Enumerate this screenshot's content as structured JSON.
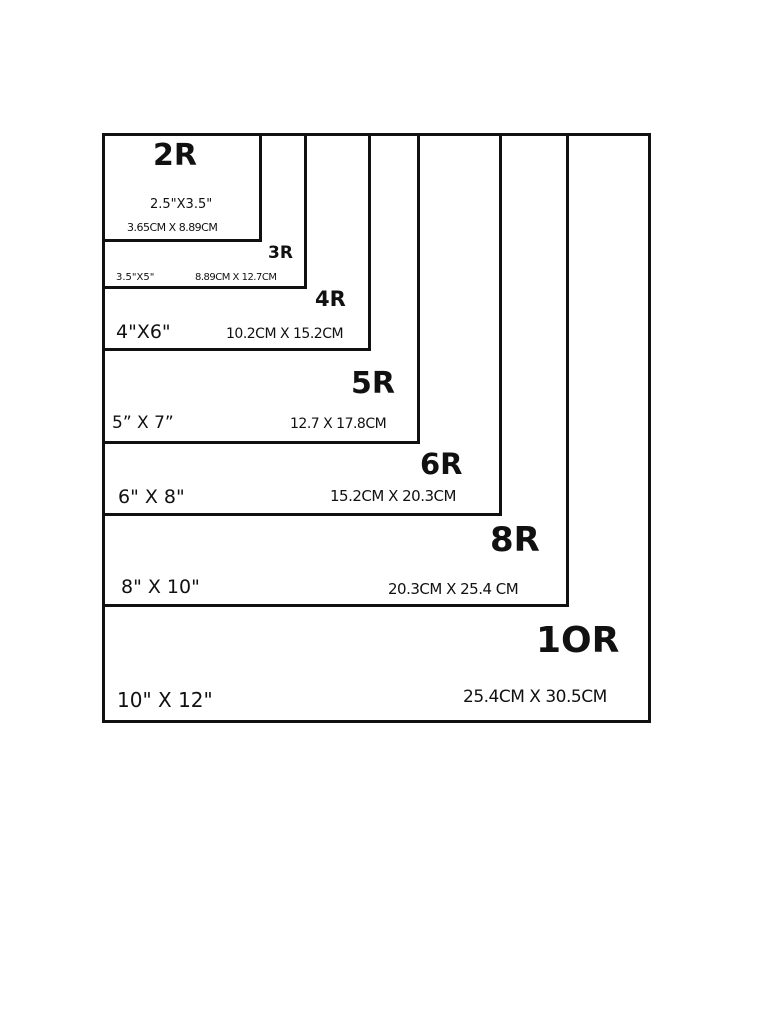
{
  "sizes": [
    {
      "code": "2R",
      "inches": "2.5\"X3.5\"",
      "cm": "3.65CM X 8.89CM"
    },
    {
      "code": "3R",
      "inches": "3.5\"X5\"",
      "cm": "8.89CM X 12.7CM"
    },
    {
      "code": "4R",
      "inches": "4\"X6\"",
      "cm": "10.2CM X 15.2CM"
    },
    {
      "code": "5R",
      "inches": "5” X 7”",
      "cm": "12.7 X 17.8CM"
    },
    {
      "code": "6R",
      "inches": "6\" X 8\"",
      "cm": "15.2CM  X 20.3CM"
    },
    {
      "code": "8R",
      "inches": "8\" X 10\"",
      "cm": "20.3CM X 25.4 CM"
    },
    {
      "code": "1OR",
      "inches": "10\" X 12\"",
      "cm": "25.4CM X 30.5CM"
    }
  ],
  "colors": {
    "line": "#111111",
    "background": "#ffffff"
  }
}
